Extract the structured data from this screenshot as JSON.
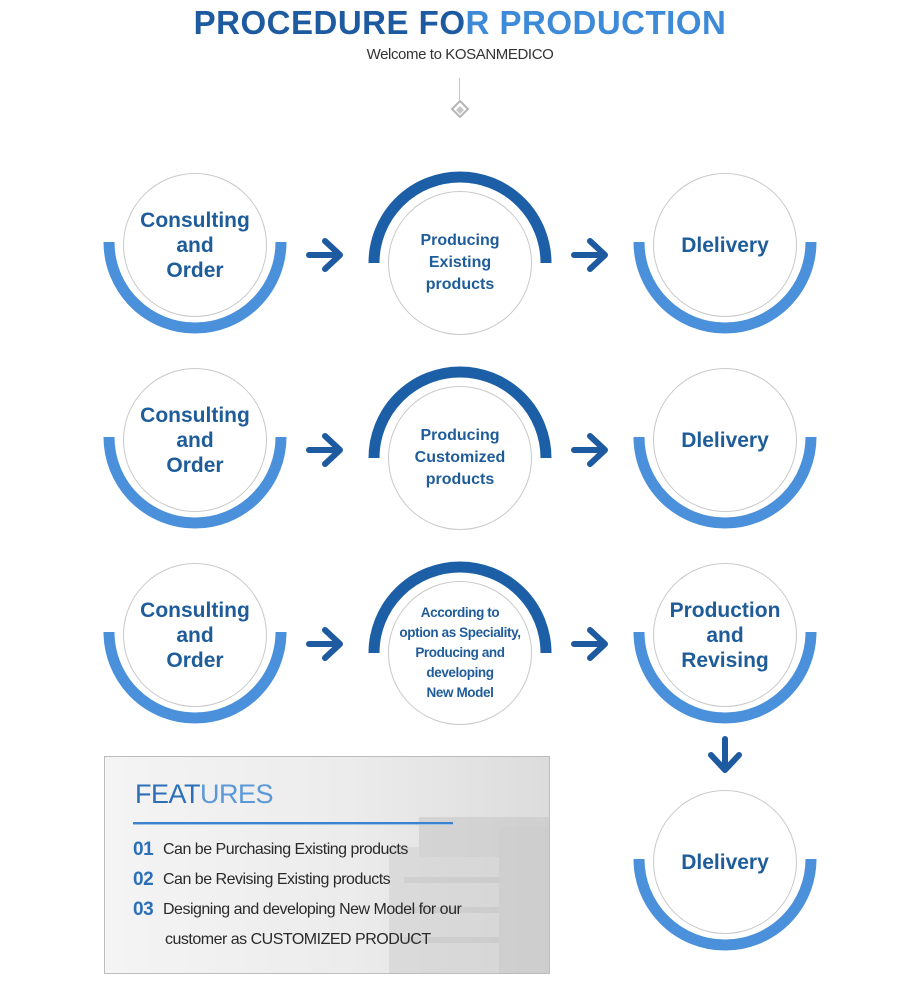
{
  "header": {
    "title_part1": "PROCEDURE FO",
    "title_part2": "R PRODUCTION",
    "subtitle": "Welcome to KOSANMEDICO"
  },
  "rows": [
    {
      "steps": [
        "Consulting\nand\nOrder",
        "Producing\nExisting\nproducts",
        "Dlelivery"
      ]
    },
    {
      "steps": [
        "Consulting\nand\nOrder",
        "Producing\nCustomized\nproducts",
        "Dlelivery"
      ]
    },
    {
      "steps": [
        "Consulting\nand\nOrder",
        "According to\noption as Speciality,\nProducing and\ndeveloping\nNew Model",
        "Production\nand\nRevising"
      ]
    }
  ],
  "final_step": "Dlelivery",
  "features": {
    "title_part1": "FEAT",
    "title_part2": "URES",
    "items": [
      {
        "num": "01",
        "text": "Can be Purchasing Existing products"
      },
      {
        "num": "02",
        "text": "Can be Revising Existing products"
      },
      {
        "num": "03",
        "text": "Designing and developing New Model for our",
        "text_cont": "customer as CUSTOMIZED PRODUCT"
      }
    ]
  },
  "colors": {
    "arc_light": "#4a90da",
    "arc_dark": "#1c5fa6",
    "arrow": "#1e5aa0",
    "label": "#1f5c9a"
  }
}
